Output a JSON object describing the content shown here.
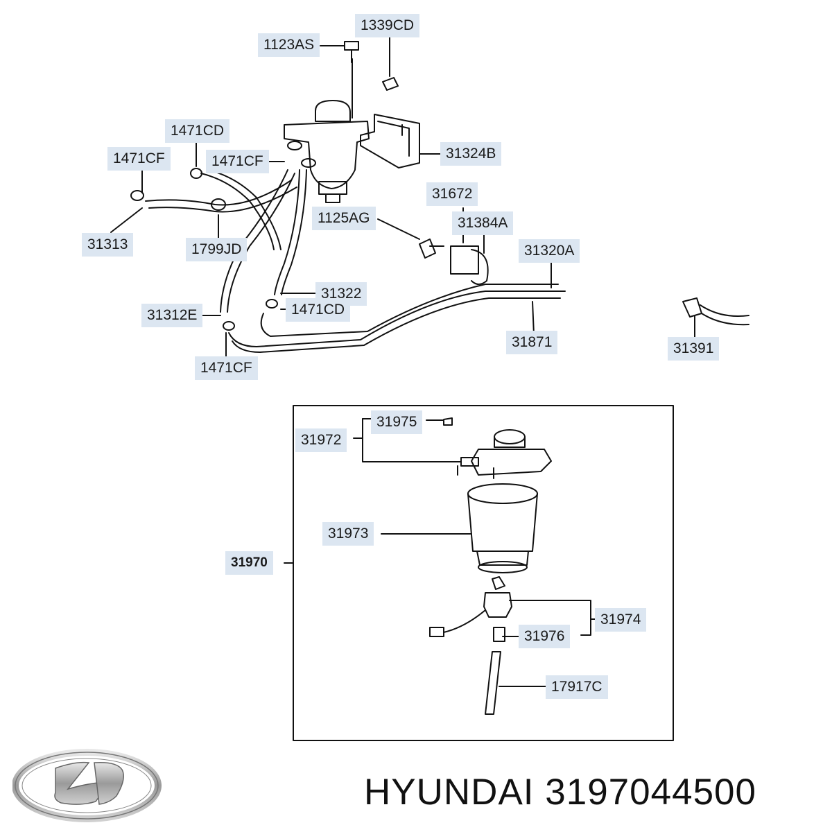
{
  "diagram": {
    "upper_parts": {
      "p1123AS": "1123AS",
      "p1339CD": "1339CD",
      "p1471CD_top": "1471CD",
      "p1471CF_left": "1471CF",
      "p1471CF_mid": "1471CF",
      "p31324B": "31324B",
      "p31672": "31672",
      "p31313": "31313",
      "p1125AG": "1125AG",
      "p31384A": "31384A",
      "p1799JD": "1799JD",
      "p31320A": "31320A",
      "p31322": "31322",
      "p31312E": "31312E",
      "p1471CD_low": "1471CD",
      "p31871": "31871",
      "p31391": "31391",
      "p1471CF_low": "1471CF"
    },
    "filter_assembly": {
      "assembly": "31970",
      "p31975": "31975",
      "p31972": "31972",
      "p31973": "31973",
      "p31974": "31974",
      "p31976": "31976",
      "p17917C": "17917C"
    }
  },
  "footer": {
    "brand_text": "HYUNDAI 3197044500",
    "logo_icon": "hyundai-logo-icon"
  },
  "colors": {
    "label_bg": "#dce6f1",
    "line": "#111111"
  }
}
